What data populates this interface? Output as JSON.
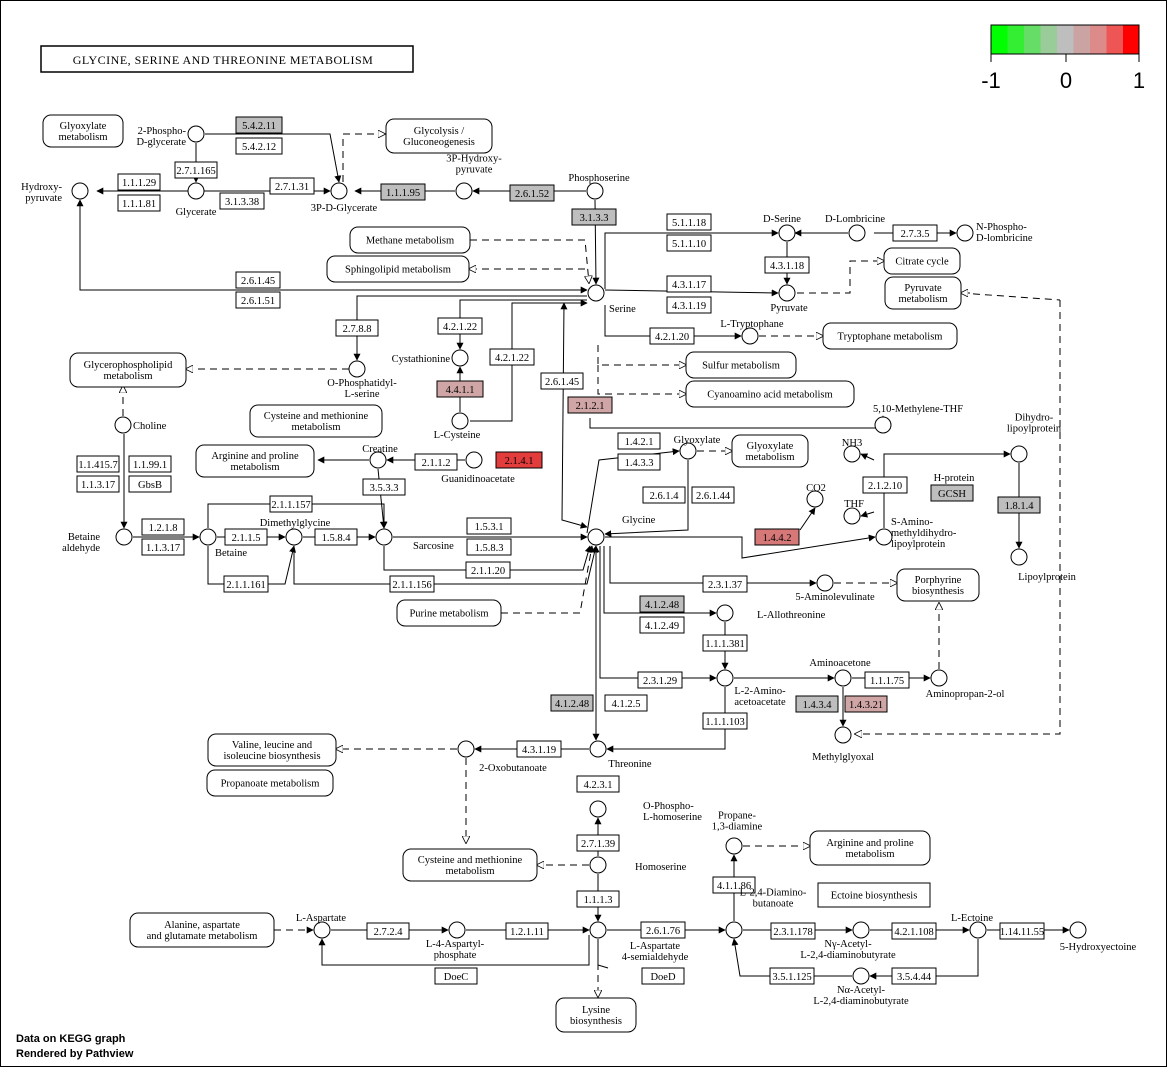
{
  "title": "GLYCINE, SERINE AND THREONINE METABOLISM",
  "legend": {
    "colors": [
      "#00ff00",
      "#33ee33",
      "#66dd66",
      "#99cc99",
      "#bebebe",
      "#cca3a3",
      "#dd8a8a",
      "#ee5555",
      "#ff0000"
    ],
    "labels": [
      "-1",
      "0",
      "1"
    ]
  },
  "footer": [
    "Data on KEGG graph",
    "Rendered by Pathview"
  ],
  "colors": {
    "neutral": "#bebebe",
    "plain": "#ffffff",
    "light": "#cfa5a5",
    "medium": "#d67878",
    "strong": "#e23c3c"
  },
  "compounds": [
    {
      "id": "hydroxypyruvate",
      "label": [
        "Hydroxy-",
        "pyruvate"
      ]
    },
    {
      "id": "2-phospho-d-glycerate",
      "label": [
        "2-Phospho-",
        "D-glycerate"
      ]
    },
    {
      "id": "glycerate",
      "label": [
        "Glycerate"
      ]
    },
    {
      "id": "3p-d-glycerate",
      "label": [
        "3P-D-Glycerate"
      ]
    },
    {
      "id": "3p-hydroxypyruvate",
      "label": [
        "3P-Hydroxy-",
        "pyruvate"
      ]
    },
    {
      "id": "phosphoserine",
      "label": [
        "Phosphoserine"
      ]
    },
    {
      "id": "d-serine",
      "label": [
        "D-Serine"
      ]
    },
    {
      "id": "d-lombricine",
      "label": [
        "D-Lombricine"
      ]
    },
    {
      "id": "n-phospho-d-lombricine",
      "label": [
        "N-Phospho-",
        "D-lombricine"
      ]
    },
    {
      "id": "serine",
      "label": [
        "Serine"
      ]
    },
    {
      "id": "pyruvate",
      "label": [
        "Pyruvate"
      ]
    },
    {
      "id": "l-tryptophane",
      "label": [
        "L-Tryptophane"
      ]
    },
    {
      "id": "o-phosphatidyl-l-serine",
      "label": [
        "O-Phosphatidyl-",
        "L-serine"
      ]
    },
    {
      "id": "cystathionine",
      "label": [
        "Cystathionine"
      ]
    },
    {
      "id": "choline",
      "label": [
        "Choline"
      ]
    },
    {
      "id": "l-cysteine",
      "label": [
        "L-Cysteine"
      ]
    },
    {
      "id": "creatine",
      "label": [
        "Creatine"
      ]
    },
    {
      "id": "guanidinoacetate",
      "label": [
        "Guanidinoacetate"
      ]
    },
    {
      "id": "glyoxylate",
      "label": [
        "Glyoxylate"
      ]
    },
    {
      "id": "methylene-thf",
      "label": [
        "5,10-Methylene-THF"
      ]
    },
    {
      "id": "nh3",
      "label": [
        "NH3"
      ]
    },
    {
      "id": "co2",
      "label": [
        "CO2"
      ]
    },
    {
      "id": "thf",
      "label": [
        "THF"
      ]
    },
    {
      "id": "dihydrolipoylprotein",
      "label": [
        "Dihydro-",
        "lipoylprotein"
      ]
    },
    {
      "id": "s-aminomethyldihydrolipoylprotein",
      "label": [
        "S-Amino-",
        "methyldihydro-",
        "lipoylprotein"
      ]
    },
    {
      "id": "lipoylprotein",
      "label": [
        "Lipoylprotein"
      ]
    },
    {
      "id": "betaine-aldehyde",
      "label": [
        "Betaine",
        "aldehyde"
      ]
    },
    {
      "id": "betaine",
      "label": [
        "Betaine"
      ]
    },
    {
      "id": "dimethylglycine",
      "label": [
        "Dimethylglycine"
      ]
    },
    {
      "id": "sarcosine",
      "label": [
        "Sarcosine"
      ]
    },
    {
      "id": "glycine",
      "label": [
        "Glycine"
      ]
    },
    {
      "id": "5-aminolevulinate",
      "label": [
        "5-Aminolevulinate"
      ]
    },
    {
      "id": "l-allothreonine",
      "label": [
        "L-Allothreonine"
      ]
    },
    {
      "id": "aminoacetone",
      "label": [
        "Aminoacetone"
      ]
    },
    {
      "id": "aminopropan-2-ol",
      "label": [
        "Aminopropan-2-ol"
      ]
    },
    {
      "id": "l-2-amino-acetoacetate",
      "label": [
        "L-2-Amino-",
        "acetoacetate"
      ]
    },
    {
      "id": "methylglyoxal",
      "label": [
        "Methylglyoxal"
      ]
    },
    {
      "id": "2-oxobutanoate",
      "label": [
        "2-Oxobutanoate"
      ]
    },
    {
      "id": "threonine",
      "label": [
        "Threonine"
      ]
    },
    {
      "id": "o-phospho-l-homoserine",
      "label": [
        "O-Phospho-",
        "L-homoserine"
      ]
    },
    {
      "id": "homoserine",
      "label": [
        "Homoserine"
      ]
    },
    {
      "id": "propane-1-3-diamine",
      "label": [
        "Propane-",
        "1,3-diamine"
      ]
    },
    {
      "id": "l-aspartate",
      "label": [
        "L-Aspartate"
      ]
    },
    {
      "id": "l-4-aspartyl-phosphate",
      "label": [
        "L-4-Aspartyl-",
        "phosphate"
      ]
    },
    {
      "id": "l-aspartate-4-semialdehyde",
      "label": [
        "L-Aspartate",
        "4-semialdehyde"
      ]
    },
    {
      "id": "l-2-4-diaminobutanoate",
      "label": [
        "L-2,4-Diamino-",
        "butanoate"
      ]
    },
    {
      "id": "ny-acetyl-diaminobutyrate",
      "label": [
        "Nγ-Acetyl-",
        "L-2,4-diaminobutyrate"
      ]
    },
    {
      "id": "na-acetyl-diaminobutyrate",
      "label": [
        "Nα-Acetyl-",
        "L-2,4-diaminobutyrate"
      ]
    },
    {
      "id": "l-ectoine",
      "label": [
        "L-Ectoine"
      ]
    },
    {
      "id": "5-hydroxyectoine",
      "label": [
        "5-Hydroxyectoine"
      ]
    }
  ],
  "enzymes": [
    {
      "id": "e1",
      "label": "5.4.2.11"
    },
    {
      "id": "e2",
      "label": "5.4.2.12"
    },
    {
      "id": "e3",
      "label": "2.7.1.165"
    },
    {
      "id": "e4",
      "label": "1.1.1.29"
    },
    {
      "id": "e5",
      "label": "1.1.1.81"
    },
    {
      "id": "e6",
      "label": "2.7.1.31"
    },
    {
      "id": "e7",
      "label": "3.1.3.38"
    },
    {
      "id": "e8",
      "label": "1.1.1.95"
    },
    {
      "id": "e9",
      "label": "2.6.1.52"
    },
    {
      "id": "e10",
      "label": "3.1.3.3"
    },
    {
      "id": "e11",
      "label": "5.1.1.18"
    },
    {
      "id": "e12",
      "label": "5.1.1.10"
    },
    {
      "id": "e13",
      "label": "2.7.3.5"
    },
    {
      "id": "e14",
      "label": "4.3.1.18"
    },
    {
      "id": "e15",
      "label": "4.3.1.17"
    },
    {
      "id": "e16",
      "label": "4.3.1.19"
    },
    {
      "id": "e17",
      "label": "2.6.1.45"
    },
    {
      "id": "e18",
      "label": "2.6.1.51"
    },
    {
      "id": "e19",
      "label": "2.7.8.8"
    },
    {
      "id": "e20",
      "label": "4.2.1.22"
    },
    {
      "id": "e21",
      "label": "4.2.1.22"
    },
    {
      "id": "e22",
      "label": "4.2.1.20"
    },
    {
      "id": "e23",
      "label": "4.4.1.1"
    },
    {
      "id": "e24",
      "label": "2.6.1.45"
    },
    {
      "id": "e25",
      "label": "2.1.2.1"
    },
    {
      "id": "e26",
      "label": "2.1.4.1"
    },
    {
      "id": "e27",
      "label": "2.1.1.2"
    },
    {
      "id": "e28",
      "label": "3.5.3.3"
    },
    {
      "id": "e29",
      "label": "1.4.2.1"
    },
    {
      "id": "e30",
      "label": "1.4.3.3"
    },
    {
      "id": "e31",
      "label": "2.6.1.4"
    },
    {
      "id": "e32",
      "label": "2.6.1.44"
    },
    {
      "id": "e33",
      "label": "1.1.99.1"
    },
    {
      "id": "e34",
      "label": "1.1.415.7"
    },
    {
      "id": "e35",
      "label": "1.1.3.17"
    },
    {
      "id": "e36",
      "label": "GbsB"
    },
    {
      "id": "e37",
      "label": "2.1.1.157"
    },
    {
      "id": "e38",
      "label": "1.2.1.8"
    },
    {
      "id": "e39",
      "label": "1.1.3.17"
    },
    {
      "id": "e40",
      "label": "2.1.1.5"
    },
    {
      "id": "e41",
      "label": "1.5.8.4"
    },
    {
      "id": "e42",
      "label": "1.5.3.1"
    },
    {
      "id": "e43",
      "label": "1.5.8.3"
    },
    {
      "id": "e44",
      "label": "2.1.1.20"
    },
    {
      "id": "e45",
      "label": "2.1.1.161"
    },
    {
      "id": "e46",
      "label": "2.1.1.156"
    },
    {
      "id": "e47",
      "label": "2.1.2.10"
    },
    {
      "id": "e48",
      "label": "1.4.4.2"
    },
    {
      "id": "e49",
      "label": "GCSH"
    },
    {
      "id": "e50",
      "label": "1.8.1.4"
    },
    {
      "id": "e51",
      "label": "2.3.1.37"
    },
    {
      "id": "e52",
      "label": "4.1.2.48"
    },
    {
      "id": "e53",
      "label": "4.1.2.49"
    },
    {
      "id": "e54",
      "label": "1.1.1.381"
    },
    {
      "id": "e55",
      "label": "2.3.1.29"
    },
    {
      "id": "e56",
      "label": "1.1.1.75"
    },
    {
      "id": "e57",
      "label": "1.4.3.4"
    },
    {
      "id": "e58",
      "label": "1.4.3.21"
    },
    {
      "id": "e59",
      "label": "4.1.2.48"
    },
    {
      "id": "e60",
      "label": "4.1.2.5"
    },
    {
      "id": "e61",
      "label": "1.1.1.103"
    },
    {
      "id": "e62",
      "label": "4.3.1.19"
    },
    {
      "id": "e63",
      "label": "4.2.3.1"
    },
    {
      "id": "e64",
      "label": "2.7.1.39"
    },
    {
      "id": "e65",
      "label": "1.1.1.3"
    },
    {
      "id": "e66",
      "label": "4.1.1.86"
    },
    {
      "id": "e67",
      "label": "2.7.2.4"
    },
    {
      "id": "e68",
      "label": "1.2.1.11"
    },
    {
      "id": "e69",
      "label": "2.6.1.76"
    },
    {
      "id": "e70",
      "label": "2.3.1.178"
    },
    {
      "id": "e71",
      "label": "4.2.1.108"
    },
    {
      "id": "e72",
      "label": "1.14.11.55"
    },
    {
      "id": "e73",
      "label": "DoeC"
    },
    {
      "id": "e74",
      "label": "DoeD"
    },
    {
      "id": "e75",
      "label": "3.5.1.125"
    },
    {
      "id": "e76",
      "label": "3.5.4.44"
    }
  ],
  "pathways": [
    {
      "id": "p1",
      "label": [
        "Glyoxylate",
        "metabolism"
      ]
    },
    {
      "id": "p2",
      "label": [
        "Glycolysis /",
        "Gluconeogenesis"
      ]
    },
    {
      "id": "p3",
      "label": [
        "Methane metabolism"
      ]
    },
    {
      "id": "p4",
      "label": [
        "Sphingolipid metabolism"
      ]
    },
    {
      "id": "p5",
      "label": [
        "Citrate cycle"
      ]
    },
    {
      "id": "p6",
      "label": [
        "Pyruvate",
        "metabolism"
      ]
    },
    {
      "id": "p7",
      "label": [
        "Tryptophane metabolism"
      ]
    },
    {
      "id": "p8",
      "label": [
        "Glycerophospholipid",
        "metabolism"
      ]
    },
    {
      "id": "p9",
      "label": [
        "Sulfur metabolism"
      ]
    },
    {
      "id": "p10",
      "label": [
        "Cyanoamino acid metabolism"
      ]
    },
    {
      "id": "p11",
      "label": [
        "Cysteine and methionine",
        "metabolism"
      ]
    },
    {
      "id": "p12",
      "label": [
        "Arginine and proline",
        "metabolism"
      ]
    },
    {
      "id": "p13",
      "label": [
        "Glyoxylate",
        "metabolism"
      ]
    },
    {
      "id": "p14",
      "label": [
        "Porphyrine",
        "biosynthesis"
      ]
    },
    {
      "id": "p15",
      "label": [
        "Purine metabolism"
      ]
    },
    {
      "id": "p16",
      "label": [
        "Valine, leucine and",
        "isoleucine biosynthesis"
      ]
    },
    {
      "id": "p17",
      "label": [
        "Propanoate metabolism"
      ]
    },
    {
      "id": "p18",
      "label": [
        "Cysteine and methionine",
        "metabolism"
      ]
    },
    {
      "id": "p19",
      "label": [
        "Arginine and proline",
        "metabolism"
      ]
    },
    {
      "id": "p20",
      "label": [
        "Ectoine biosynthesis"
      ]
    },
    {
      "id": "p21",
      "label": [
        "Alanine, aspartate",
        "and glutamate metabolism"
      ]
    },
    {
      "id": "p22",
      "label": [
        "Lysine",
        "biosynthesis"
      ]
    },
    {
      "id": "p23",
      "label": [
        "H-protein"
      ]
    }
  ]
}
